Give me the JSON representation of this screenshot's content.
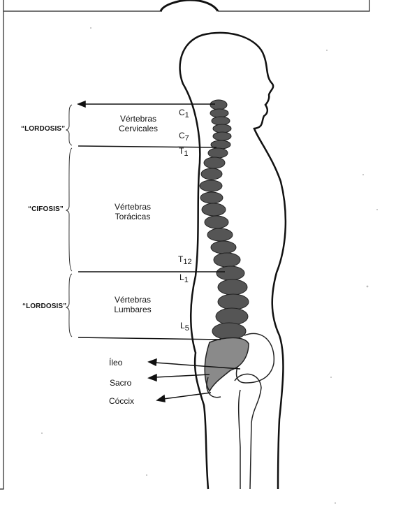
{
  "regions": {
    "cervical": "“LORDOSIS”",
    "thoracic": "“CIFOSIS”",
    "lumbar": "“LORDOSIS”"
  },
  "groups": {
    "cervical": {
      "line1": "Vértebras",
      "line2": "Cervicales"
    },
    "thoracic": {
      "line1": "Vértebras",
      "line2": "Torácicas"
    },
    "lumbar": {
      "line1": "Vértebras",
      "line2": "Lumbares"
    }
  },
  "vertebrae": {
    "c1": {
      "letter": "C",
      "num": "1"
    },
    "c7": {
      "letter": "C",
      "num": "7"
    },
    "t1": {
      "letter": "T",
      "num": "1"
    },
    "t12": {
      "letter": "T",
      "num": "12"
    },
    "l1": {
      "letter": "L",
      "num": "1"
    },
    "l5": {
      "letter": "L",
      "num": "5"
    }
  },
  "parts": {
    "ileo": "Íleo",
    "sacro": "Sacro",
    "coccix": "Cóccix"
  },
  "colors": {
    "spine": "#555555",
    "pelvis": "#8a8a8a",
    "line": "#111111"
  }
}
